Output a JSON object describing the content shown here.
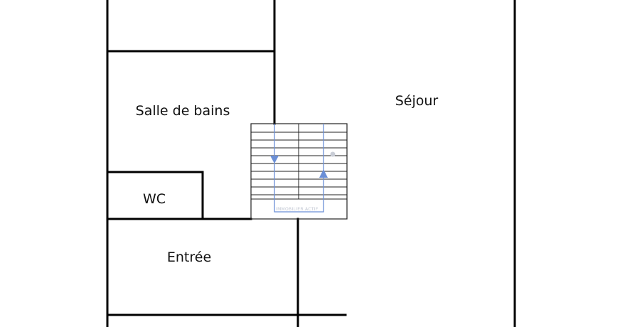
{
  "rooms": {
    "bathroom": "Salle de bains",
    "living_room": "Séjour",
    "wc": "WC",
    "entrance": "Entrée"
  },
  "watermark": "IMMOBILIER ACTIF",
  "colors": {
    "walls": "#000000",
    "stairs": "#222222",
    "arrows": "#6b8fd6",
    "background": "#ffffff"
  }
}
